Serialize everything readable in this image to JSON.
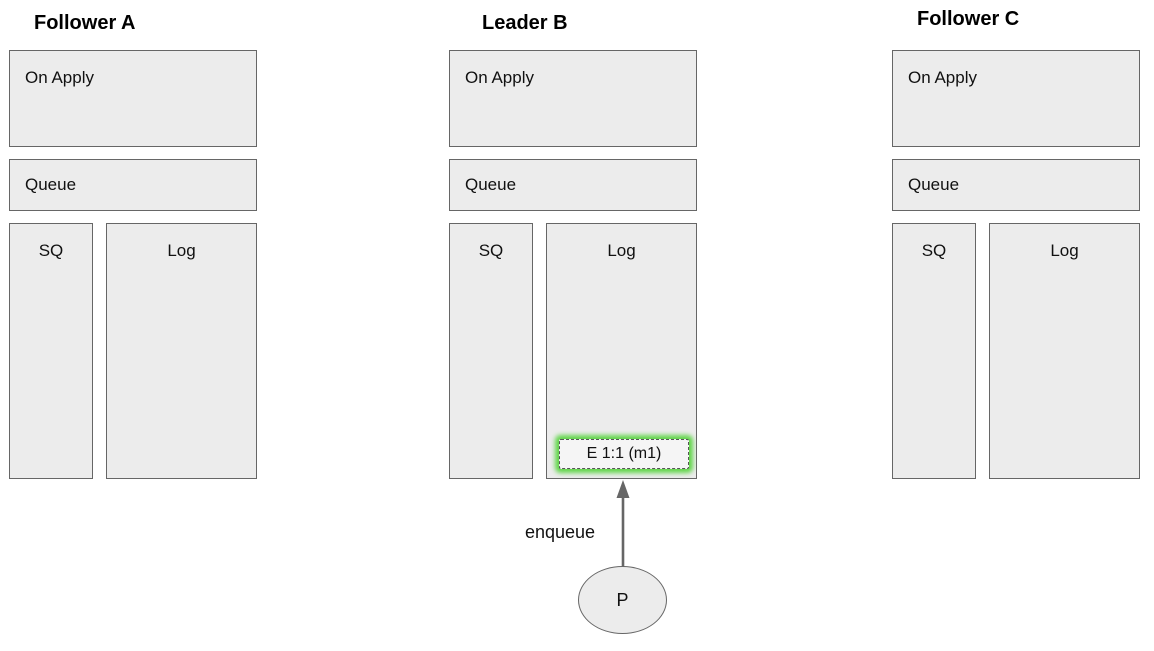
{
  "diagram": {
    "nodes": [
      {
        "title": "Follower A",
        "on_apply_label": "On Apply",
        "queue_label": "Queue",
        "sq_label": "SQ",
        "log_label": "Log"
      },
      {
        "title": "Leader B",
        "on_apply_label": "On Apply",
        "queue_label": "Queue",
        "sq_label": "SQ",
        "log_label": "Log",
        "log_entry": "E 1:1 (m1)"
      },
      {
        "title": "Follower C",
        "on_apply_label": "On Apply",
        "queue_label": "Queue",
        "sq_label": "SQ",
        "log_label": "Log"
      }
    ],
    "enqueue_label": "enqueue",
    "proposer_label": "P",
    "colors": {
      "box_fill": "#ececec",
      "box_border": "#666666",
      "entry_fill": "#f5f5f5",
      "entry_border": "#555555",
      "entry_glow": "#61d64a",
      "arrow": "#666666",
      "text": "#111111"
    }
  }
}
